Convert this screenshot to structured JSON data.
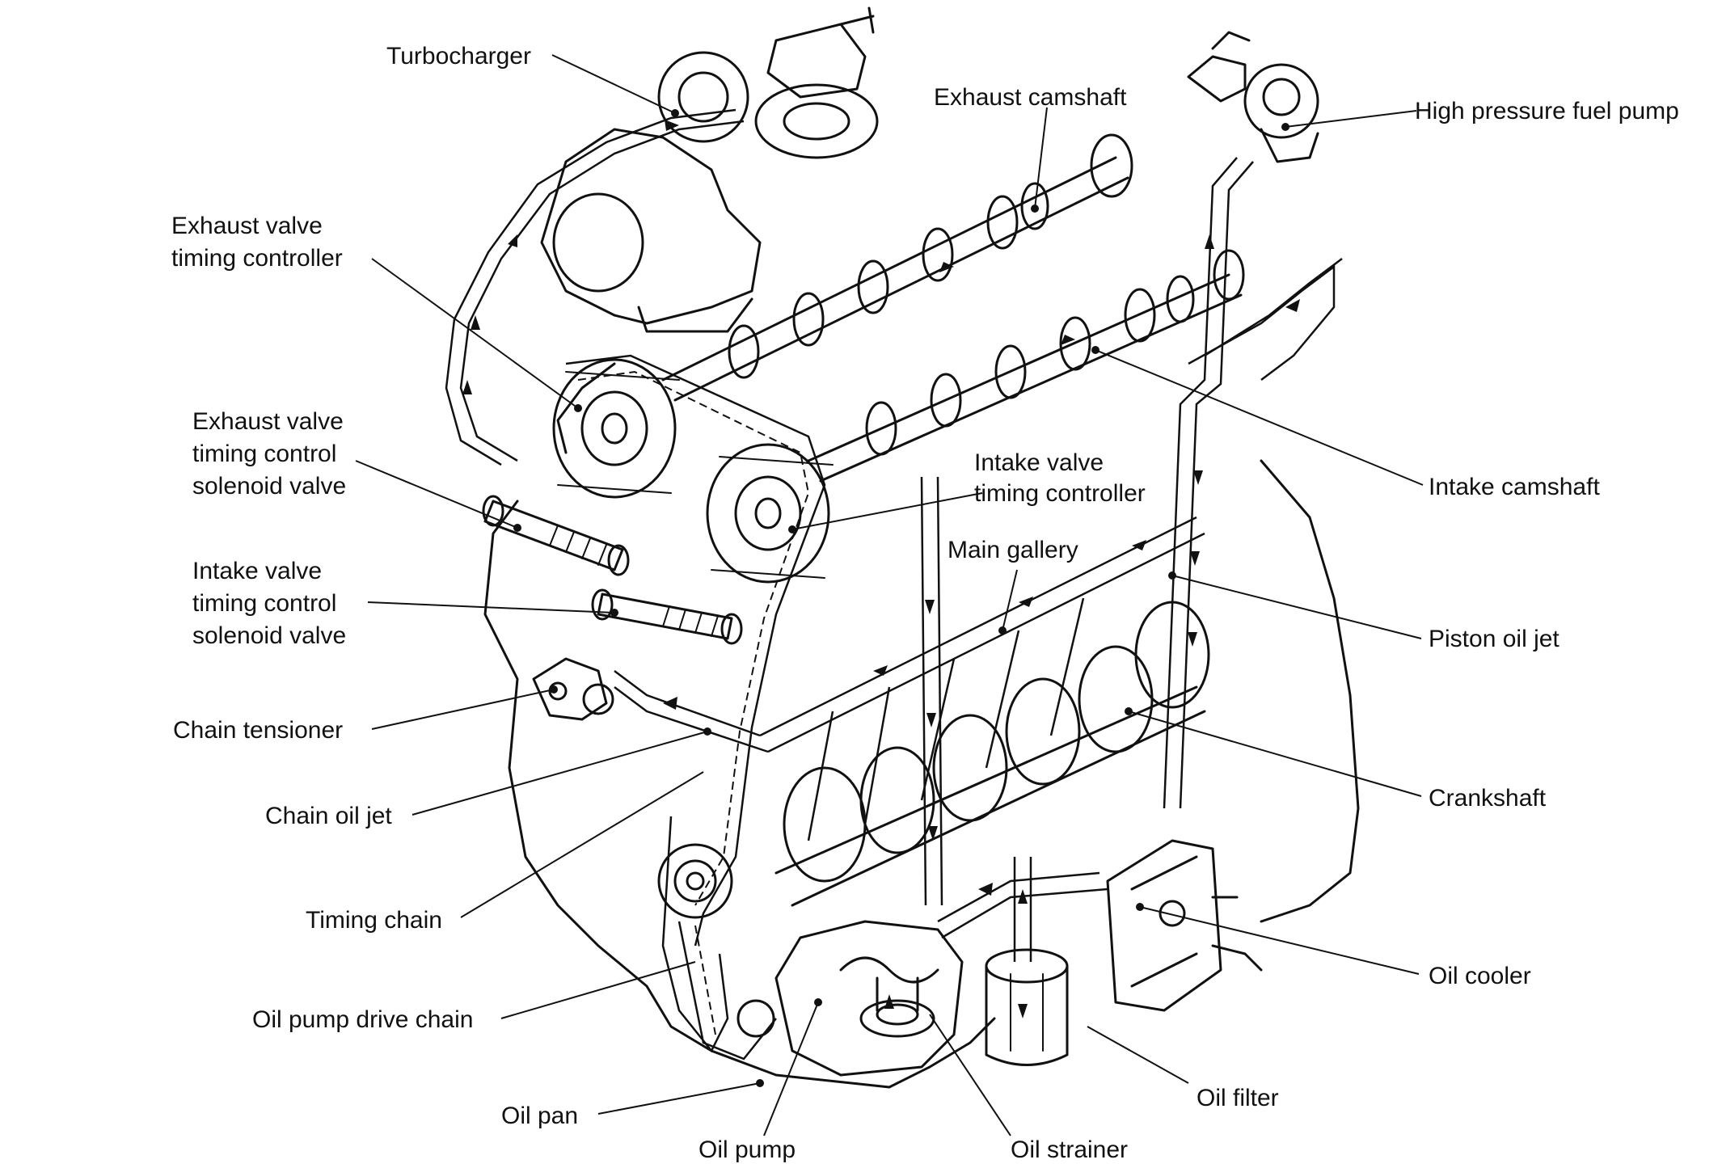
{
  "labels": {
    "turbocharger": "Turbocharger",
    "exhaust_camshaft": "Exhaust camshaft",
    "high_pressure_fuel_pump": "High pressure fuel pump",
    "exhaust_vtc": [
      "Exhaust valve",
      "timing controller"
    ],
    "exhaust_vtc_solenoid": [
      "Exhaust valve",
      "timing control",
      "solenoid valve"
    ],
    "intake_vtc": [
      "Intake valve",
      "timing controller"
    ],
    "intake_camshaft": "Intake camshaft",
    "intake_vtc_solenoid": [
      "Intake valve",
      "timing control",
      "solenoid valve"
    ],
    "main_gallery": "Main gallery",
    "piston_oil_jet": "Piston oil jet",
    "chain_tensioner": "Chain tensioner",
    "crankshaft": "Crankshaft",
    "chain_oil_jet": "Chain oil jet",
    "timing_chain": "Timing chain",
    "oil_cooler": "Oil cooler",
    "oil_pump_drive_chain": "Oil pump drive chain",
    "oil_filter": "Oil filter",
    "oil_pan": "Oil pan",
    "oil_pump": "Oil pump",
    "oil_strainer": "Oil strainer"
  },
  "colors": {
    "ink": "#111111",
    "paper": "#ffffff"
  }
}
